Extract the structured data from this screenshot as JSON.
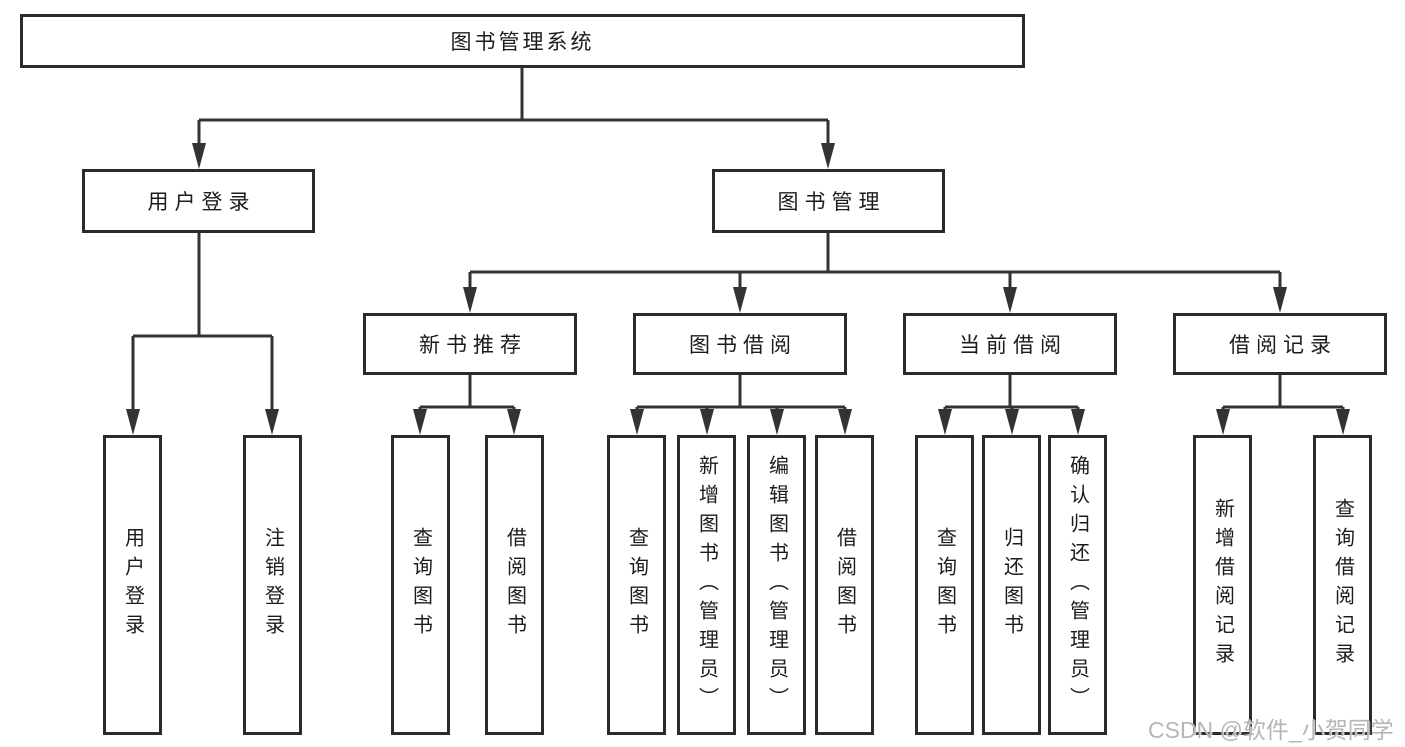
{
  "tree": {
    "root": {
      "label": "图书管理系统"
    },
    "branches": [
      {
        "label": "用户登录",
        "children": [
          {
            "label": "用户登录"
          },
          {
            "label": "注销登录"
          }
        ]
      },
      {
        "label": "图书管理",
        "groups": [
          {
            "label": "新书推荐",
            "children": [
              {
                "label": "查询图书"
              },
              {
                "label": "借阅图书"
              }
            ]
          },
          {
            "label": "图书借阅",
            "children": [
              {
                "label": "查询图书"
              },
              {
                "label": "新增图书（管理员）"
              },
              {
                "label": "编辑图书（管理员）"
              },
              {
                "label": "借阅图书"
              }
            ]
          },
          {
            "label": "当前借阅",
            "children": [
              {
                "label": "查询图书"
              },
              {
                "label": "归还图书"
              },
              {
                "label": "确认归还（管理员）"
              }
            ]
          },
          {
            "label": "借阅记录",
            "children": [
              {
                "label": "新增借阅记录"
              },
              {
                "label": "查询借阅记录"
              }
            ]
          }
        ]
      }
    ]
  },
  "watermark": {
    "label": "CSDN @软件_小贺同学"
  },
  "colors": {
    "line": "#333333",
    "border": "#2b2b2b",
    "text": "#1c1c1c",
    "watermark": "#b6b6b6",
    "background": "#ffffff"
  }
}
